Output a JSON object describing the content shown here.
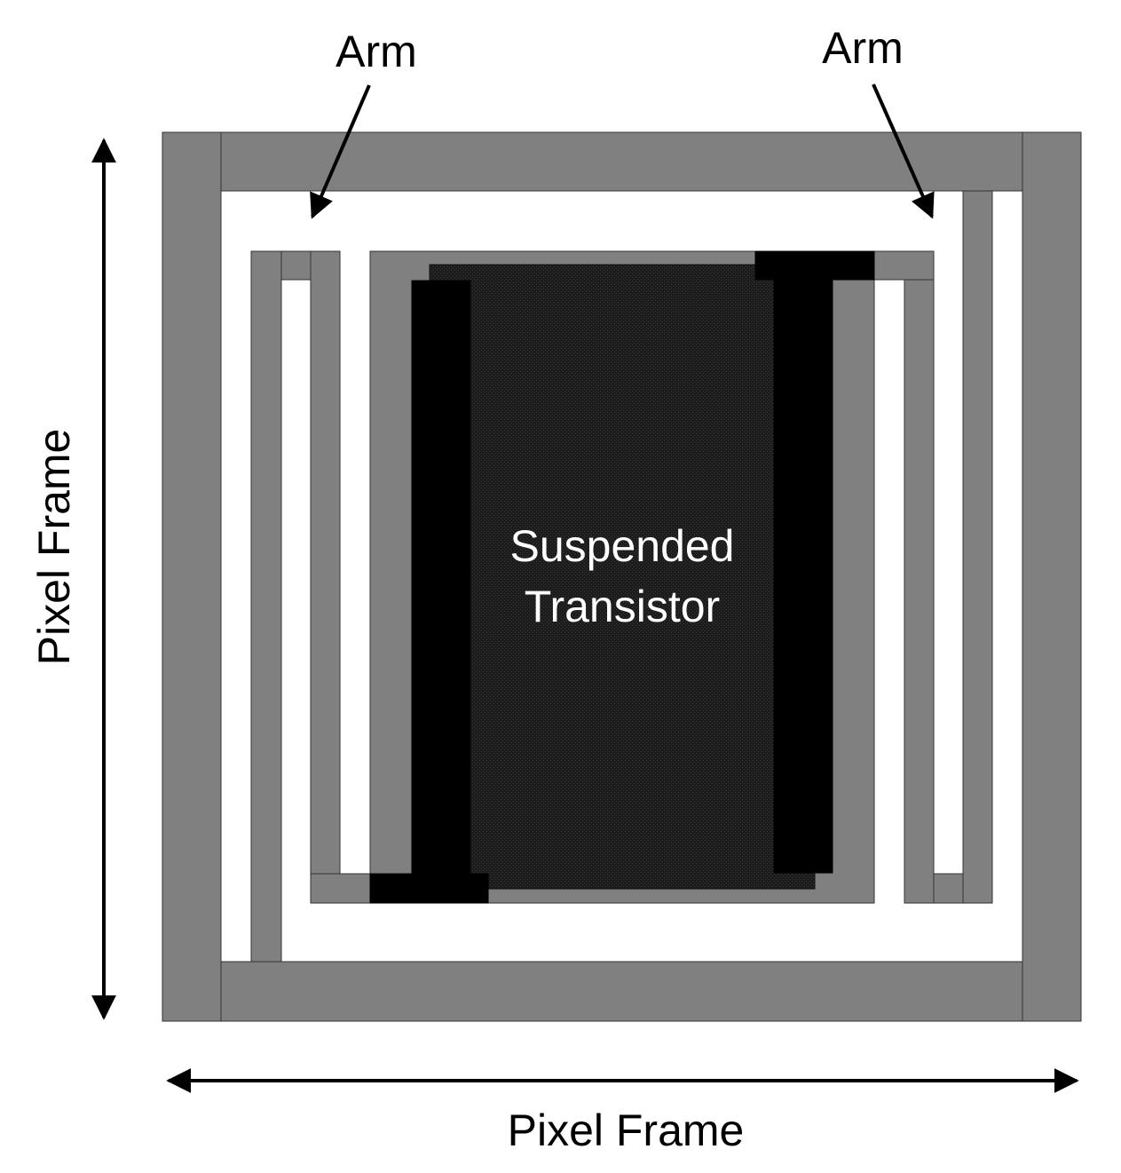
{
  "labels": {
    "arm_left": "Arm",
    "arm_right": "Arm",
    "transistor_line1": "Suspended",
    "transistor_line2": "Transistor",
    "frame_vertical": "Pixel Frame",
    "frame_horizontal": "Pixel Frame"
  },
  "colors": {
    "frame": "#808080",
    "electrode": "#000000",
    "transistor": "#1e1e1e",
    "outline": "#333333",
    "background": "#ffffff"
  }
}
